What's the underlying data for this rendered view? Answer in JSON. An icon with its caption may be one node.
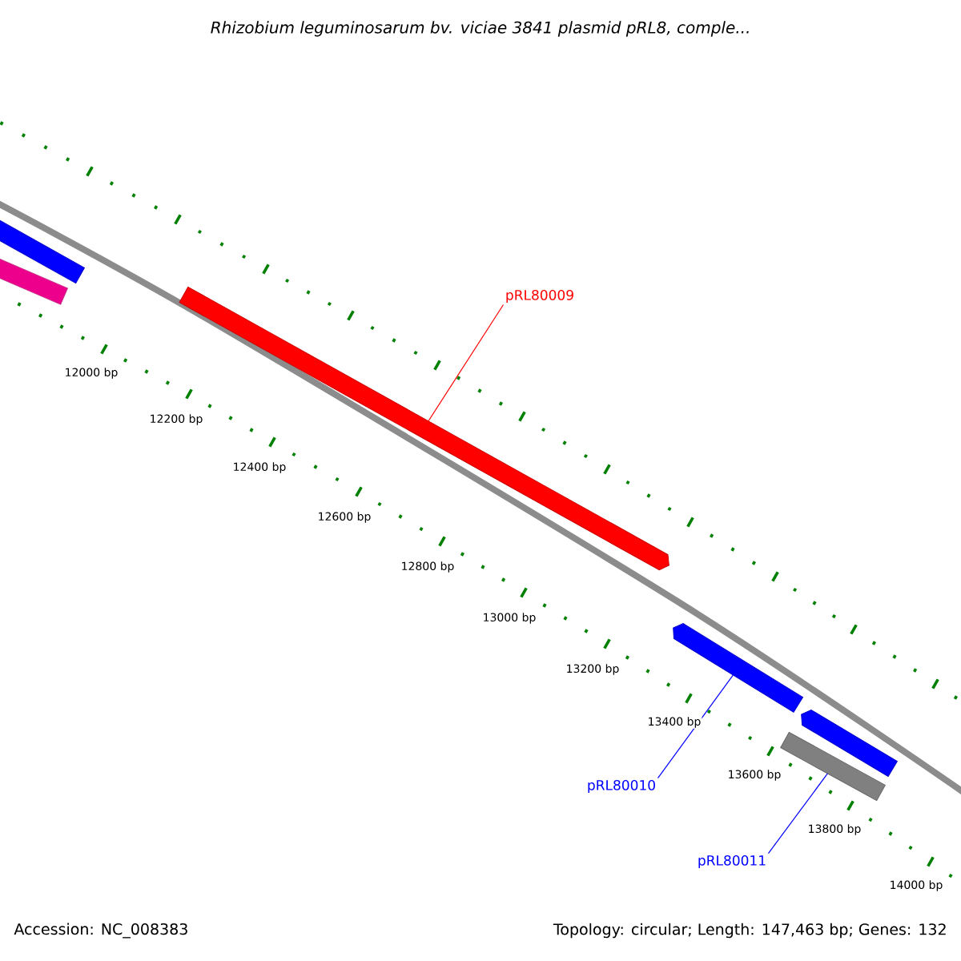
{
  "diagram": {
    "title": "Rhizobium leguminosarum bv. viciae 3841 plasmid pRL8, comple...",
    "nodes": [
      {
        "text": [
          "pRL80009"
        ]
      },
      {
        "text": [
          "pRL80010"
        ]
      },
      {
        "text": [
          "pRL80011"
        ]
      },
      {
        "text": [],
        "shape": "bar"
      },
      {
        "text": [],
        "shape": "bar"
      },
      {
        "text": [],
        "shape": "bar"
      },
      {
        "text": [],
        "shape": "bar"
      },
      {
        "text": [],
        "shape": "bar"
      },
      {
        "text": [],
        "shape": "bar"
      }
    ],
    "edges": [
      {
        "from": 0,
        "to": 5,
        "arrow": "none",
        "color": "#ff0000"
      },
      {
        "from": 1,
        "to": 6,
        "arrow": "none"
      },
      {
        "from": 2,
        "to": 8,
        "arrow": "none"
      }
    ],
    "labels": [
      "12000 bp",
      "12200 bp",
      "12400 bp",
      "12600 bp",
      "12800 bp",
      "13000 bp",
      "13200 bp",
      "13400 bp",
      "13600 bp",
      "13800 bp",
      "14000 bp",
      "Accession: NC_008383",
      "Topology: circular; Length: 147,463 bp; Genes: 132"
    ]
  }
}
